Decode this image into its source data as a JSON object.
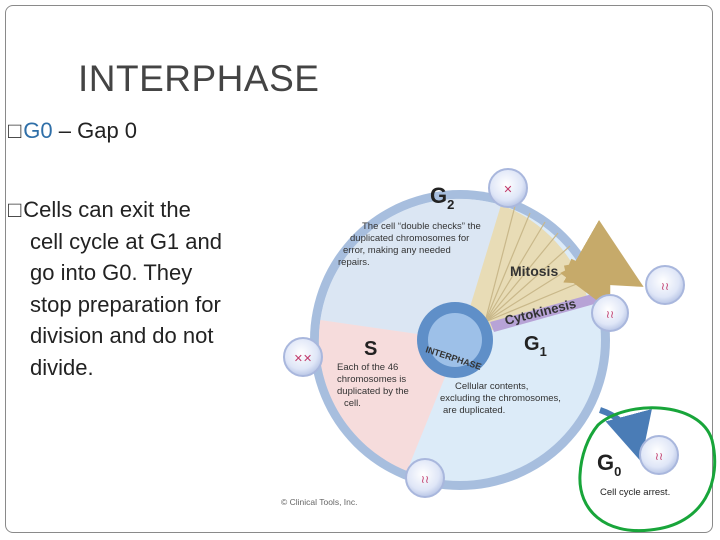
{
  "slide": {
    "title": "INTERPHASE",
    "bullet_glyph": "□",
    "bullet1": {
      "accent": "G0",
      "rest": " – Gap 0"
    },
    "bullet2": {
      "first_line": "Cells can exit the",
      "lines": [
        "cell cycle at G1 and",
        "go into G0.  They",
        "stop preparation for",
        "division and do not",
        "divide."
      ]
    }
  },
  "diagram": {
    "g2": {
      "label": "G",
      "sub": "2",
      "desc": [
        "The cell “double checks” the",
        "duplicated chromosomes for",
        "error, making any needed",
        "repairs."
      ]
    },
    "mitosis": "Mitosis",
    "cytokinesis": "Cytokinesis",
    "g1": {
      "label": "G",
      "sub": "1",
      "desc": [
        "Cellular contents,",
        "excluding the chromosomes,",
        "are duplicated."
      ]
    },
    "s": {
      "label": "S",
      "desc": [
        "Each of the 46",
        "chromosomes is",
        "duplicated by the",
        "cell."
      ]
    },
    "interphase_arc": "INTERPHASE",
    "g0": {
      "label": "G",
      "sub": "0",
      "caption": "Cell cycle arrest."
    },
    "credit": "© Clinical Tools, Inc.",
    "colors": {
      "g2": "#dbe6f3",
      "s": "#f6dcdc",
      "g1": "#dcebf8",
      "ring": "#a7bede",
      "mitosis": "#e8dcb6",
      "arrow": "#c6aa6a",
      "cytokinesis": "#b7a3d6",
      "g0_circle": "#18a53a",
      "g0_arrow": "#4a7cb6"
    }
  }
}
